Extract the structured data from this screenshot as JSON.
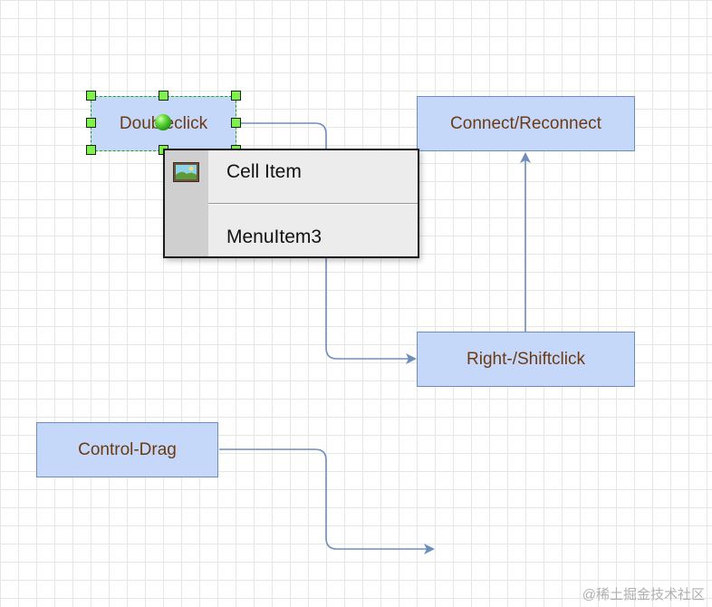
{
  "diagram": {
    "vertices": {
      "doubleclick": "Doubleclick",
      "connect_reconnect": "Connect/Reconnect",
      "right_shiftclick": "Right-/Shiftclick",
      "control_drag": "Control-Drag"
    }
  },
  "context_menu": {
    "items": [
      {
        "label": "Cell Item",
        "icon": "image-icon"
      },
      {
        "label": "MenuItem3",
        "icon": ""
      }
    ]
  },
  "watermark": "@稀土掘金技术社区",
  "colors": {
    "vertex_fill": "#c6d8fa",
    "vertex_border": "#6d8ebd",
    "vertex_text": "#6b3a12",
    "edge": "#6d8ebd",
    "selection_handle": "#7cf24a",
    "selection_border": "#1fa01f",
    "menu_background": "#ececec",
    "menu_gutter": "#cfcfcf"
  }
}
